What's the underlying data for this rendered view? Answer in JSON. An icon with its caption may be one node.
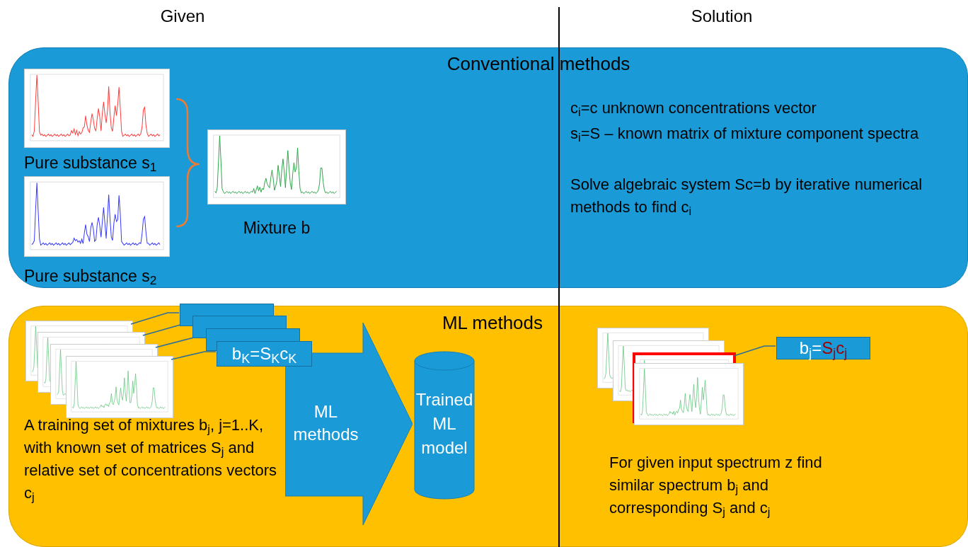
{
  "diagram": {
    "nodes": [
      {
        "text": [
          "Conventional methods",
          "c$_{i}$=c unknown concentrations vector",
          "s$_{i}$=S – known matrix of mixture component spectra",
          "Solve algebraic system Sc=b by iterative numerical methods to find c$_{i}$"
        ]
      },
      {
        "text": [
          "Pure substance s$_{1}$"
        ],
        "in": 0
      },
      {
        "text": [
          "Pure substance s$_{2}$"
        ],
        "in": 0
      },
      {
        "text": [
          "Mixture b"
        ],
        "in": 0
      },
      {
        "text": [
          "ML methods",
          "A training set of mixtures b$_{j}$, j=1..K, with known set of matrices S$_{j}$ and relative set of concentrations vectors c$_{j}$",
          "For given input spectrum z find similar spectrum b$_{j}$ and corresponding S$_{j}$ and c$_{j}$"
        ]
      },
      {
        "text": [],
        "shape": "picture",
        "in": 4
      },
      {
        "text": [],
        "shape": "picture",
        "in": 4
      },
      {
        "text": [],
        "shape": "picture",
        "in": 4
      },
      {
        "text": [],
        "shape": "picture",
        "in": 4
      },
      {
        "text": [],
        "shape": "box",
        "in": 4
      },
      {
        "text": [],
        "shape": "box",
        "in": 4
      },
      {
        "text": [],
        "shape": "box",
        "in": 4
      },
      {
        "text": [
          "b$_{K}$=S$_{K}$c$_{K}$"
        ],
        "in": 4
      },
      {
        "text": [
          "ML methods"
        ],
        "in": 4
      },
      {
        "text": [
          "Trained ML model"
        ],
        "in": 4
      },
      {
        "text": [],
        "shape": "picture",
        "in": 4
      },
      {
        "text": [],
        "shape": "picture",
        "in": 4
      },
      {
        "text": [],
        "shape": "picture",
        "in": 4
      },
      {
        "text": [],
        "shape": "picture",
        "in": 4
      },
      {
        "text": [
          "b$_{j}$=",
          "S$_{j}$c$_{j}$"
        ],
        "in": 4
      }
    ],
    "edges": [
      {
        "from": 5,
        "to": 9,
        "arrow": "none"
      },
      {
        "from": 6,
        "to": 10,
        "arrow": "none"
      },
      {
        "from": 7,
        "to": 11,
        "arrow": "none"
      },
      {
        "from": 8,
        "to": 12,
        "arrow": "none"
      },
      {
        "from": 17,
        "to": 19,
        "arrow": "none"
      }
    ],
    "labels": [
      "Given",
      "Solution"
    ]
  }
}
